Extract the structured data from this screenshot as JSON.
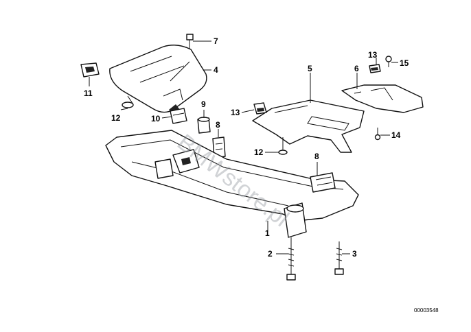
{
  "diagram": {
    "callouts": {
      "c1": "1",
      "c2": "2",
      "c3": "3",
      "c4": "4",
      "c5": "5",
      "c6": "6",
      "c7": "7",
      "c8a": "8",
      "c8b": "8",
      "c9": "9",
      "c10": "10",
      "c11": "11",
      "c12a": "12",
      "c12b": "12",
      "c13a": "13",
      "c13b": "13",
      "c14": "14",
      "c15": "15"
    },
    "watermark": "BMWstore.pl",
    "catalog_number": "00003548"
  }
}
